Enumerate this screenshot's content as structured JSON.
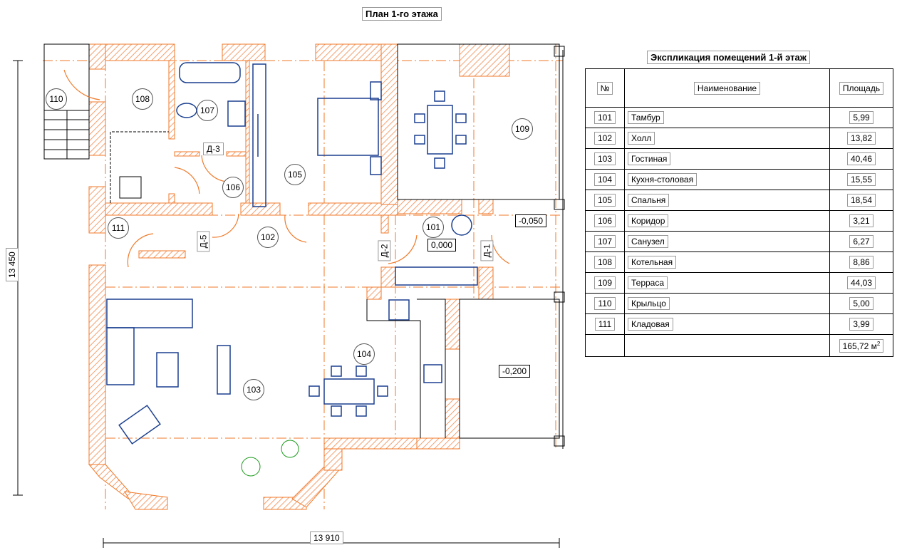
{
  "plan": {
    "title": "План 1-го этажа",
    "dim_horizontal": "13 910",
    "dim_vertical": "13 450",
    "rooms": [
      {
        "id": "110"
      },
      {
        "id": "108"
      },
      {
        "id": "107"
      },
      {
        "id": "106"
      },
      {
        "id": "105"
      },
      {
        "id": "109"
      },
      {
        "id": "111"
      },
      {
        "id": "102"
      },
      {
        "id": "101"
      },
      {
        "id": "104"
      },
      {
        "id": "103"
      }
    ],
    "doors": [
      "Д-3",
      "Д-5",
      "Д-2",
      "Д-1"
    ],
    "elevations": [
      "-0,050",
      "0,000",
      "-0,200"
    ]
  },
  "explication": {
    "title": "Экспликация помещений 1-й этаж",
    "headers": {
      "no": "№",
      "name": "Наименование",
      "area": "Площадь"
    },
    "rows": [
      {
        "no": "101",
        "name": "Тамбур",
        "area": "5,99"
      },
      {
        "no": "102",
        "name": "Холл",
        "area": "13,82"
      },
      {
        "no": "103",
        "name": "Гостиная",
        "area": "40,46"
      },
      {
        "no": "104",
        "name": "Кухня-столовая",
        "area": "15,55"
      },
      {
        "no": "105",
        "name": "Спальня",
        "area": "18,54"
      },
      {
        "no": "106",
        "name": "Коридор",
        "area": "3,21"
      },
      {
        "no": "107",
        "name": "Санузел",
        "area": "6,27"
      },
      {
        "no": "108",
        "name": "Котельная",
        "area": "8,86"
      },
      {
        "no": "109",
        "name": "Терраса",
        "area": "44,03"
      },
      {
        "no": "110",
        "name": "Крыльцо",
        "area": "5,00"
      },
      {
        "no": "111",
        "name": "Кладовая",
        "area": "3,99"
      }
    ],
    "total": "165,72 м",
    "total_sup": "2"
  },
  "colors": {
    "wall": "#f07a2a",
    "furniture": "#1a3f8f",
    "line": "#000000"
  }
}
